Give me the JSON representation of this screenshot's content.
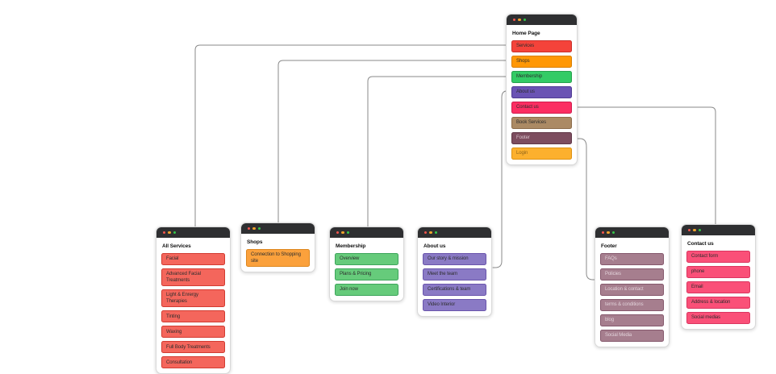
{
  "connector_color": "#8a8a8a",
  "window_chrome": {
    "titlebar_color": "#2e2f31",
    "traffic_lights": {
      "close": "#f5554e",
      "minimize": "#f0a32b",
      "zoom": "#34c749"
    }
  },
  "cards": [
    {
      "id": "home",
      "title": "Home Page",
      "items": [
        {
          "label": "Services",
          "fill": "#f4433a",
          "border": "#c9302a"
        },
        {
          "label": "Shops",
          "fill": "#ff9805",
          "border": "#d97f00"
        },
        {
          "label": "Membership",
          "fill": "#33cb65",
          "border": "#27a14d"
        },
        {
          "label": "About us",
          "fill": "#6a53b4",
          "border": "#503c94"
        },
        {
          "label": "Contact us",
          "fill": "#fb2e62",
          "border": "#d01c4e"
        },
        {
          "label": "Book Services",
          "fill": "#ab8a64",
          "border": "#8c6d4b"
        },
        {
          "label": "Footer",
          "fill": "#7d4d5f",
          "border": "#613747",
          "text": "#d8c3cc"
        },
        {
          "label": "Login",
          "fill": "#fcb02e",
          "border": "#de9213",
          "text": "rgba(0,0,0,0.45)"
        }
      ]
    },
    {
      "id": "all-services",
      "title": "All Services",
      "fill": "#f4665c",
      "border": "#d23b31",
      "items": [
        {
          "label": "Facial"
        },
        {
          "label": "Advanced Facial Treatments"
        },
        {
          "label": "Light & Enrergy Therapies"
        },
        {
          "label": "Tinting"
        },
        {
          "label": "Waxing"
        },
        {
          "label": "Full Body Treatments"
        },
        {
          "label": "Consultation"
        }
      ]
    },
    {
      "id": "shops",
      "title": "Shops",
      "fill": "#fba13c",
      "border": "#dd871f",
      "items": [
        {
          "label": "Connection to Shopping site"
        }
      ]
    },
    {
      "id": "membership",
      "title": "Membership",
      "fill": "#66cb7b",
      "border": "#3da55b",
      "items": [
        {
          "label": "Overview"
        },
        {
          "label": "Plans & Pricing"
        },
        {
          "label": "Join now"
        }
      ]
    },
    {
      "id": "about-us",
      "title": "About us",
      "fill": "#8a7ac5",
      "border": "#6a55ac",
      "items": [
        {
          "label": "Our story & mission"
        },
        {
          "label": "Meet the team"
        },
        {
          "label": "Certifications & team"
        },
        {
          "label": "Video Interior"
        }
      ]
    },
    {
      "id": "footer",
      "title": "Footer",
      "fill": "#a67e8e",
      "border": "#85586c",
      "text": "#e2d2da",
      "items": [
        {
          "label": "FAQs"
        },
        {
          "label": "Policies"
        },
        {
          "label": "Location & contact"
        },
        {
          "label": "terms & conditions"
        },
        {
          "label": "blog"
        },
        {
          "label": "Social Media"
        }
      ]
    },
    {
      "id": "contact-us",
      "title": "Contact us",
      "fill": "#fa5078",
      "border": "#db3560",
      "items": [
        {
          "label": "Contact form"
        },
        {
          "label": "phone"
        },
        {
          "label": "Email"
        },
        {
          "label": "Address & location"
        },
        {
          "label": "Social medias"
        }
      ]
    }
  ],
  "edges": [
    {
      "id": "services",
      "from": "home:Services",
      "to": "all-services"
    },
    {
      "id": "shops",
      "from": "home:Shops",
      "to": "shops"
    },
    {
      "id": "membership",
      "from": "home:Membership",
      "to": "membership"
    },
    {
      "id": "about-us",
      "from": "home:About us",
      "to": "about-us"
    },
    {
      "id": "contact-us",
      "from": "home:Contact us",
      "to": "contact-us"
    },
    {
      "id": "footer",
      "from": "home:Footer",
      "to": "footer"
    }
  ]
}
